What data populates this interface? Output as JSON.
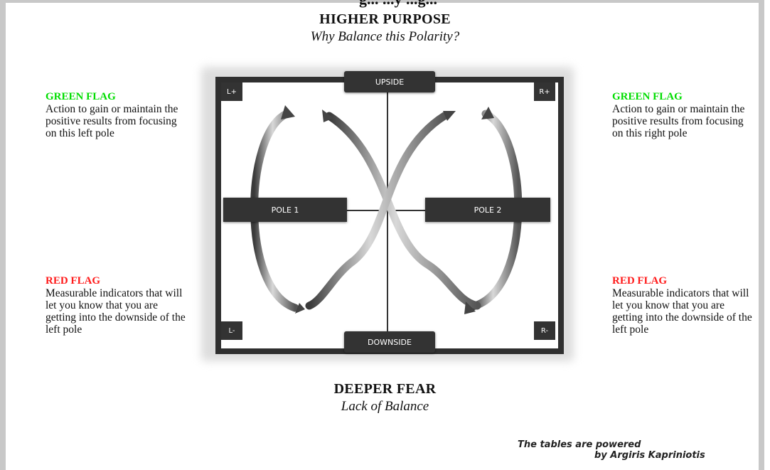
{
  "top_text": "g... ...y ...g...",
  "higher_purpose": {
    "heading": "HIGHER PURPOSE",
    "subtitle": "Why Balance this Polarity?"
  },
  "deeper_fear": {
    "heading": "DEEPER FEAR",
    "subtitle": "Lack of Balance"
  },
  "green_flag_left": {
    "title": "GREEN FLAG",
    "body": "Action to gain or maintain the positive results from focusing on this left pole"
  },
  "green_flag_right": {
    "title": "GREEN FLAG",
    "body": "Action to gain or maintain the positive results from focusing on this right pole"
  },
  "red_flag_left": {
    "title": "RED FLAG",
    "body": "Measurable indicators that will let you know that you are getting into the downside of the left pole"
  },
  "red_flag_right": {
    "title": "RED FLAG",
    "body": "Measurable indicators that will let you know that you are getting into the downside of the left pole"
  },
  "diagram": {
    "upside": "UPSIDE",
    "downside": "DOWNSIDE",
    "pole1": "POLE 1",
    "pole2": "POLE 2",
    "corner_top_left": "L+",
    "corner_top_right": "R+",
    "corner_bottom_left": "L-",
    "corner_bottom_right": "R-"
  },
  "signature": {
    "line1": "The tables are powered",
    "line2": "by Argiris Kapriniotis"
  },
  "colors": {
    "green_flag": "#00dd00",
    "red_flag": "#ff1a1a",
    "box": "#2f2f2f"
  }
}
